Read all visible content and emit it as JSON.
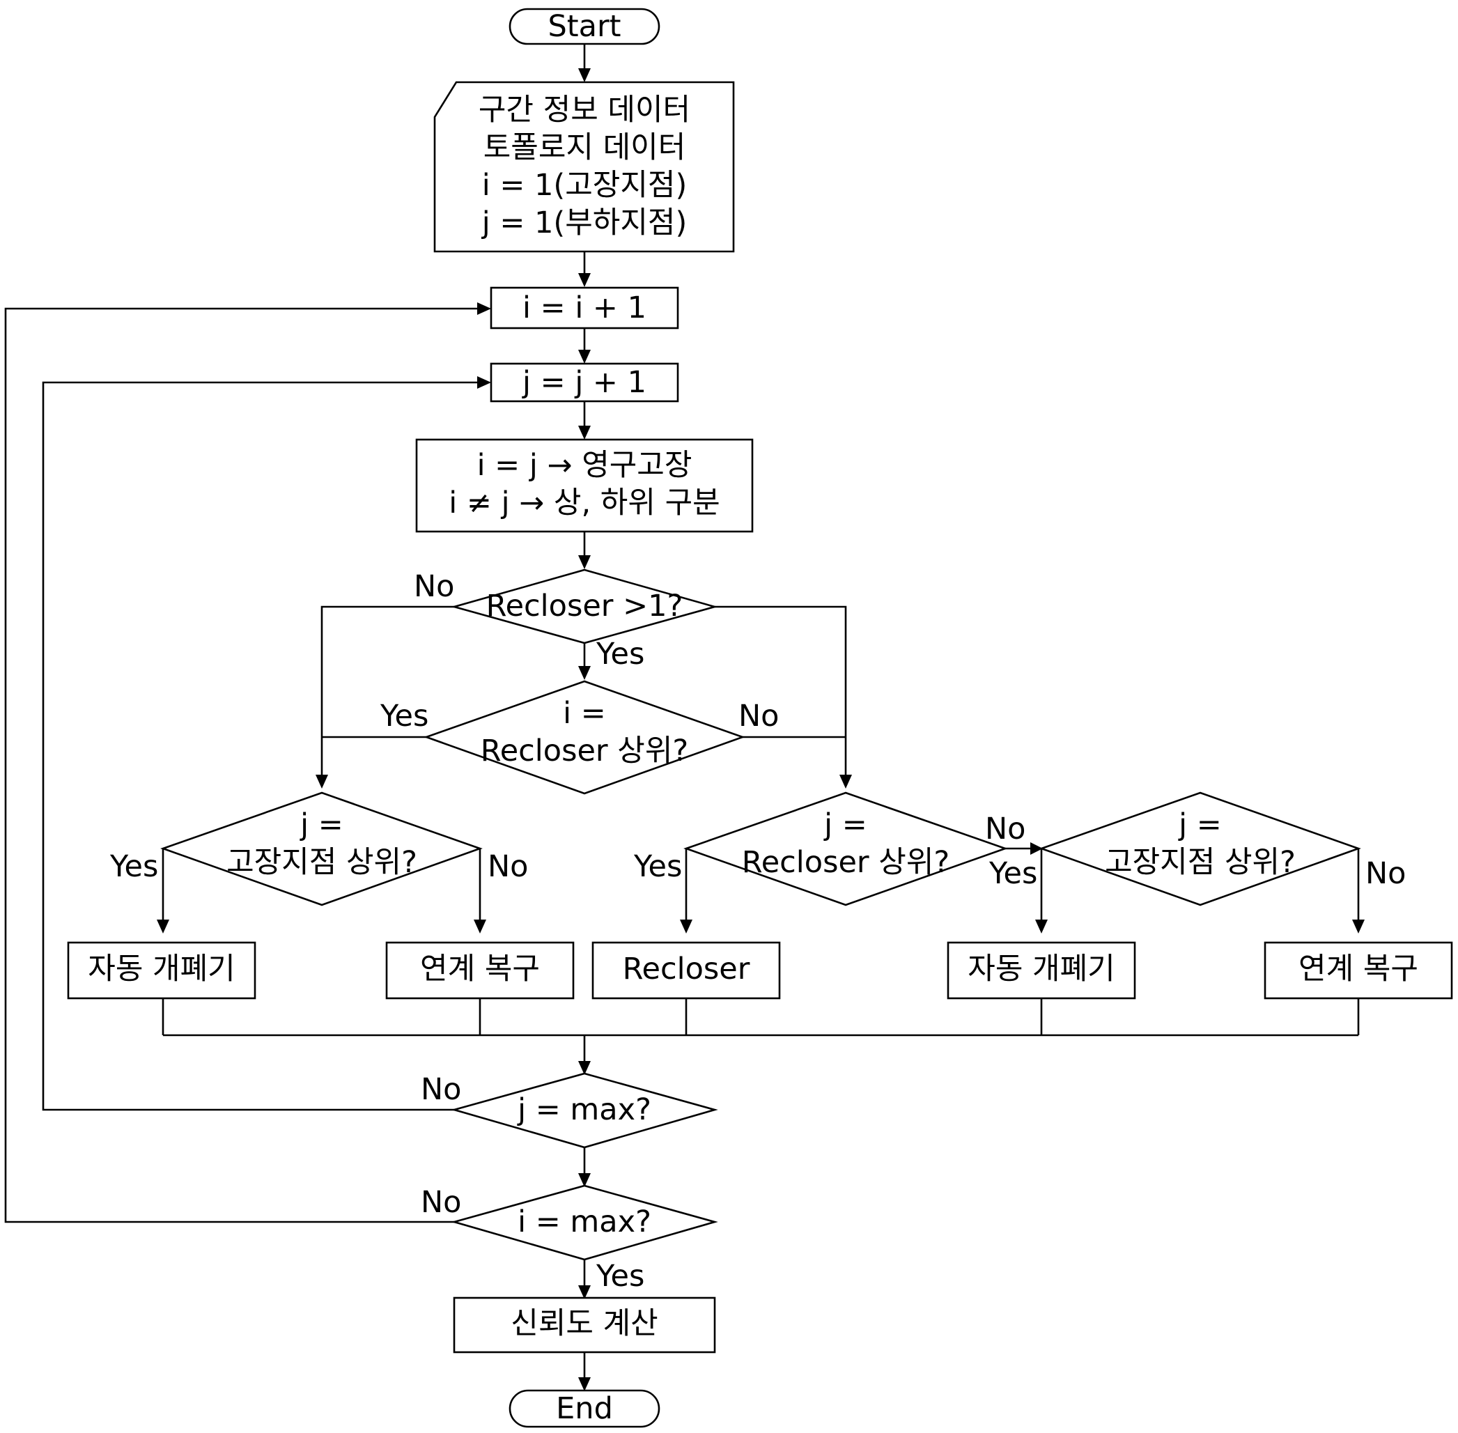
{
  "flowchart": {
    "start": "Start",
    "input": {
      "line1": "구간 정보 데이터",
      "line2": "토폴로지 데이터",
      "line3": "i = 1(고장지점)",
      "line4": "j = 1(부하지점)"
    },
    "inc_i": "i = i + 1",
    "inc_j": "j = j + 1",
    "classify": {
      "line1": "i = j → 영구고장",
      "line2": "i ≠ j → 상, 하위 구분"
    },
    "dec_recloser_count": "Recloser >1?",
    "dec_i_upper": {
      "line1": "i =",
      "line2": "Recloser 상위?"
    },
    "dec_j_fault_left": {
      "line1": "j =",
      "line2": "고장지점 상위?"
    },
    "dec_j_recloser": {
      "line1": "j =",
      "line2": "Recloser 상위?"
    },
    "dec_j_fault_right": {
      "line1": "j =",
      "line2": "고장지점 상위?"
    },
    "result_auto_switch_left": "자동 개폐기",
    "result_tie_restore_left": "연계 복구",
    "result_recloser": "Recloser",
    "result_auto_switch_right": "자동 개폐기",
    "result_tie_restore_right": "연계 복구",
    "dec_j_max": "j = max?",
    "dec_i_max": "i = max?",
    "reliability": "신뢰도 계산",
    "end": "End",
    "labels": {
      "yes": "Yes",
      "no": "No"
    }
  }
}
